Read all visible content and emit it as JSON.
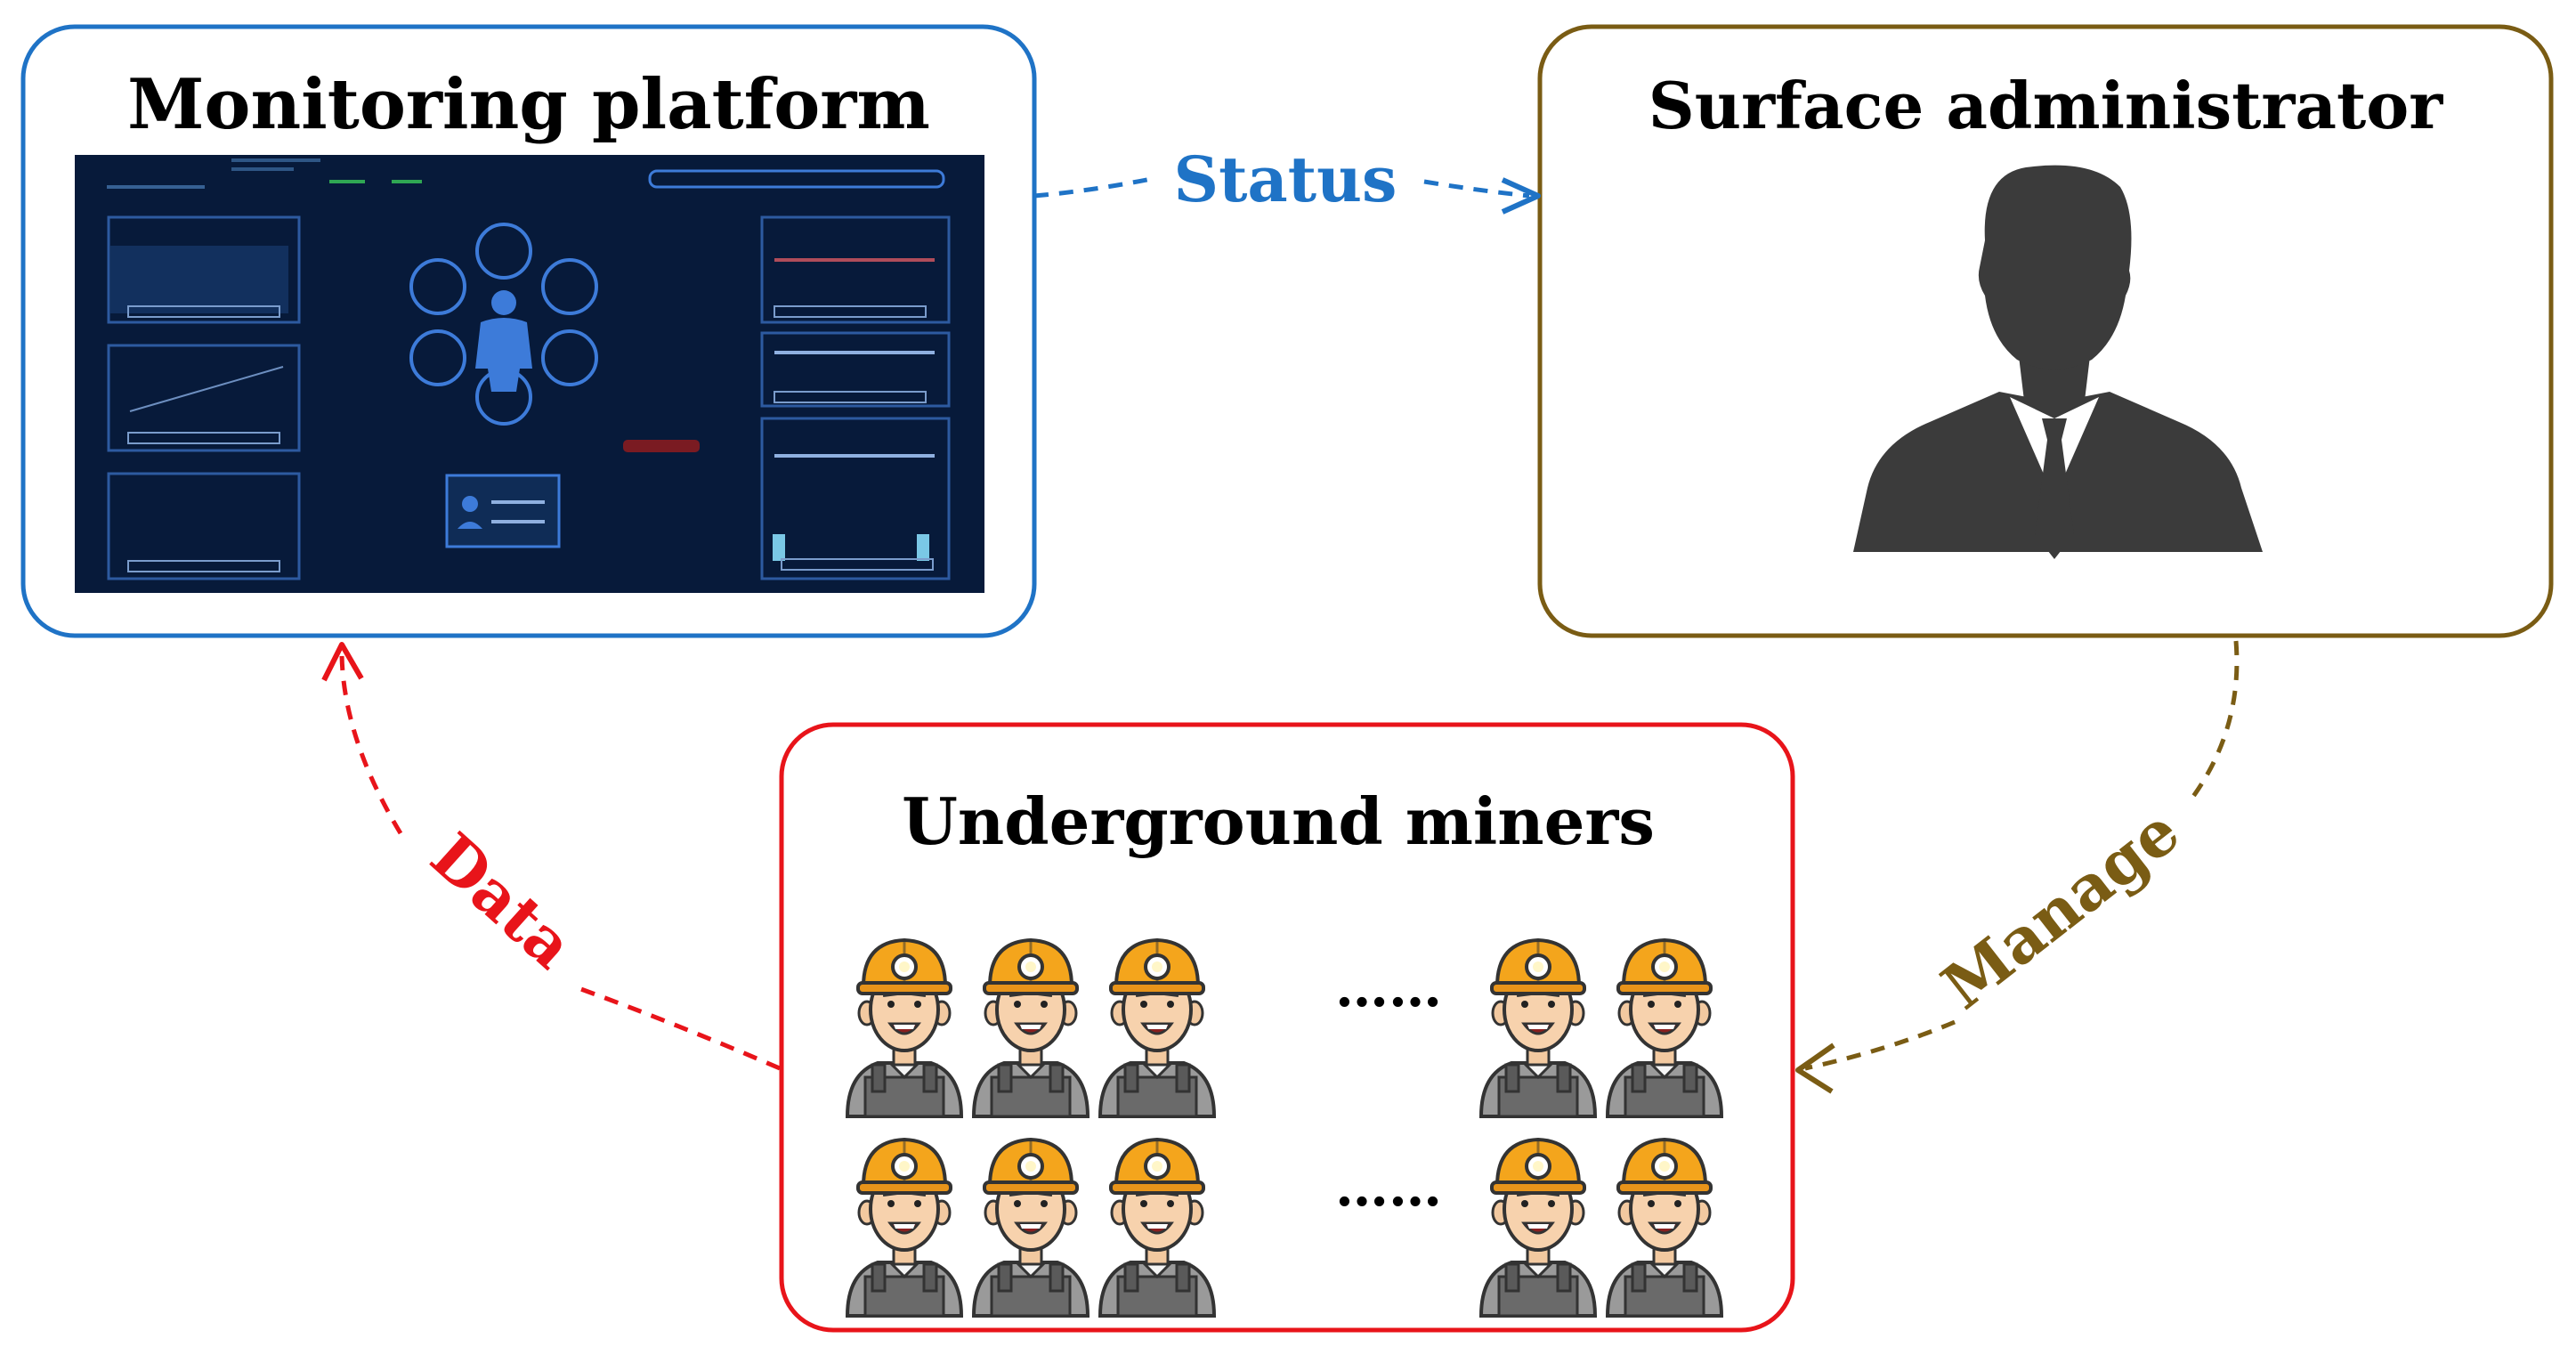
{
  "nodes": {
    "monitoring": {
      "title": "Monitoring platform",
      "color": "#1f73c6"
    },
    "administrator": {
      "title": "Surface administrator",
      "color": "#7a5c14"
    },
    "miners": {
      "title": "Underground miners",
      "color": "#e8141a",
      "ellipsis": "……",
      "rows": 2,
      "miners_left": 3,
      "miners_right": 2
    }
  },
  "edges": {
    "status": {
      "label": "Status",
      "color": "#1f73c6"
    },
    "manage": {
      "label": "Manage",
      "color": "#7a5c14"
    },
    "data": {
      "label": "Data",
      "color": "#e8141a"
    }
  },
  "dashboard": {
    "background": "#071a3a",
    "accent": "#3d7bd9"
  },
  "icons": [
    "businessman-silhouette-icon",
    "miner-avatar-icon",
    "dashboard-screenshot"
  ]
}
